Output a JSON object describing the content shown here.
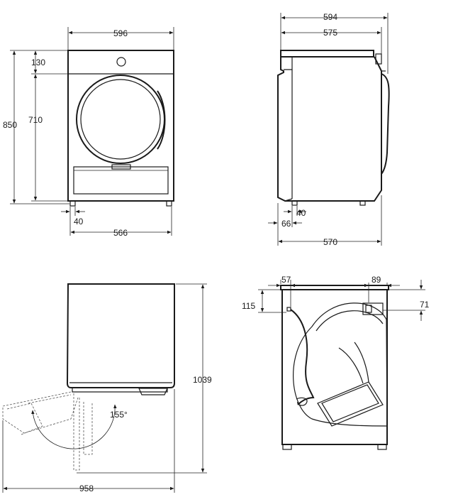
{
  "front_view": {
    "width": "596",
    "height_total": "850",
    "top_panel": "130",
    "door_height": "710",
    "foot_offset": "40",
    "foot_span": "566"
  },
  "side_view": {
    "depth_total": "594",
    "depth_body": "575",
    "foot_setback": "40",
    "foot_offset": "66",
    "base_depth": "570"
  },
  "top_view": {
    "open_depth": "1039",
    "swing_width": "958",
    "door_angle": "155°"
  },
  "back_view": {
    "hose_x": "57",
    "hose_y": "115",
    "outlet_x": "89",
    "outlet_y": "71"
  }
}
